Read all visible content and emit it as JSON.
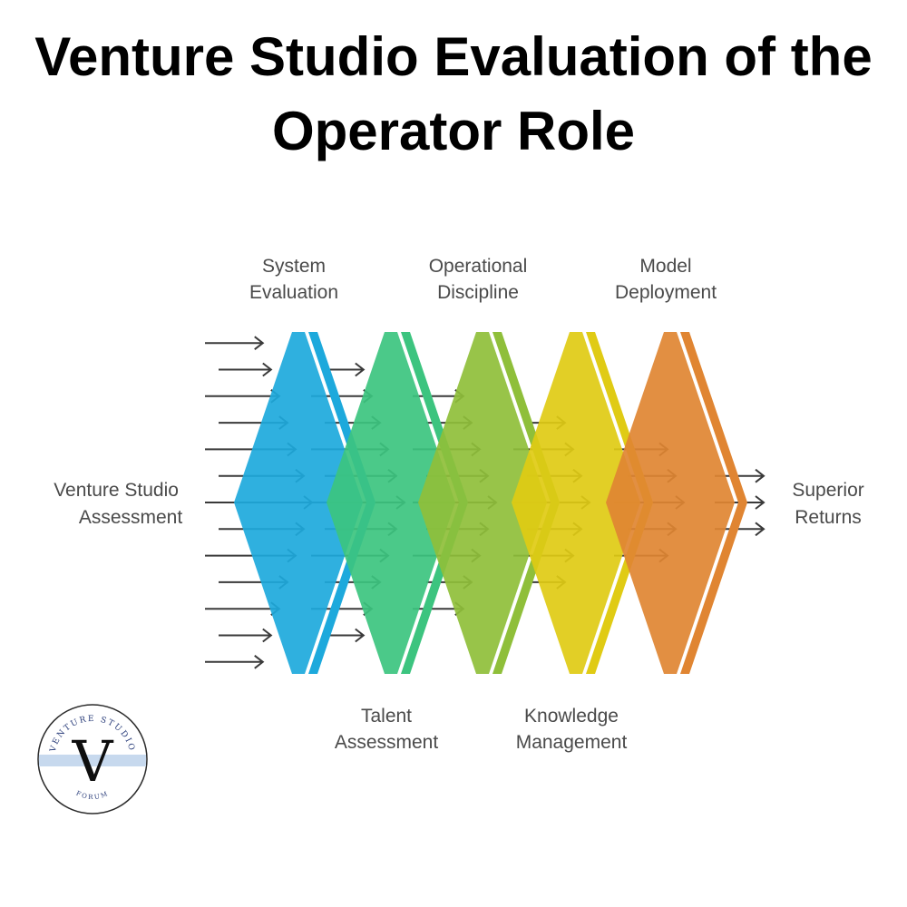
{
  "title": "Venture Studio Evaluation of the Operator Role",
  "input_label": [
    "Venture Studio",
    "Assessment"
  ],
  "output_label": [
    "Superior",
    "Returns"
  ],
  "stages": [
    {
      "name": "System Evaluation",
      "lines": [
        "System",
        "Evaluation"
      ],
      "position": "top",
      "color": "#1da9dc"
    },
    {
      "name": "Talent Assessment",
      "lines": [
        "Talent",
        "Assessment"
      ],
      "position": "bottom",
      "color": "#3cc47f"
    },
    {
      "name": "Operational Discipline",
      "lines": [
        "Operational",
        "Discipline"
      ],
      "position": "top",
      "color": "#8fbf3a"
    },
    {
      "name": "Knowledge Management",
      "lines": [
        "Knowledge",
        "Management"
      ],
      "position": "bottom",
      "color": "#e0cb14"
    },
    {
      "name": "Model Deployment",
      "lines": [
        "Model",
        "Deployment"
      ],
      "position": "top",
      "color": "#e08532"
    }
  ],
  "arrow_counts": [
    13,
    11,
    9,
    7,
    5,
    3
  ],
  "colors": {
    "arrow": "#3a3a3a",
    "label": "#4a4a4a",
    "logo_band": "#c7d9ee",
    "logo_border": "#2b2b2b"
  },
  "logo": {
    "letter": "V",
    "top_text": "VENTURE STUDIO",
    "bottom_text": "FORUM"
  }
}
